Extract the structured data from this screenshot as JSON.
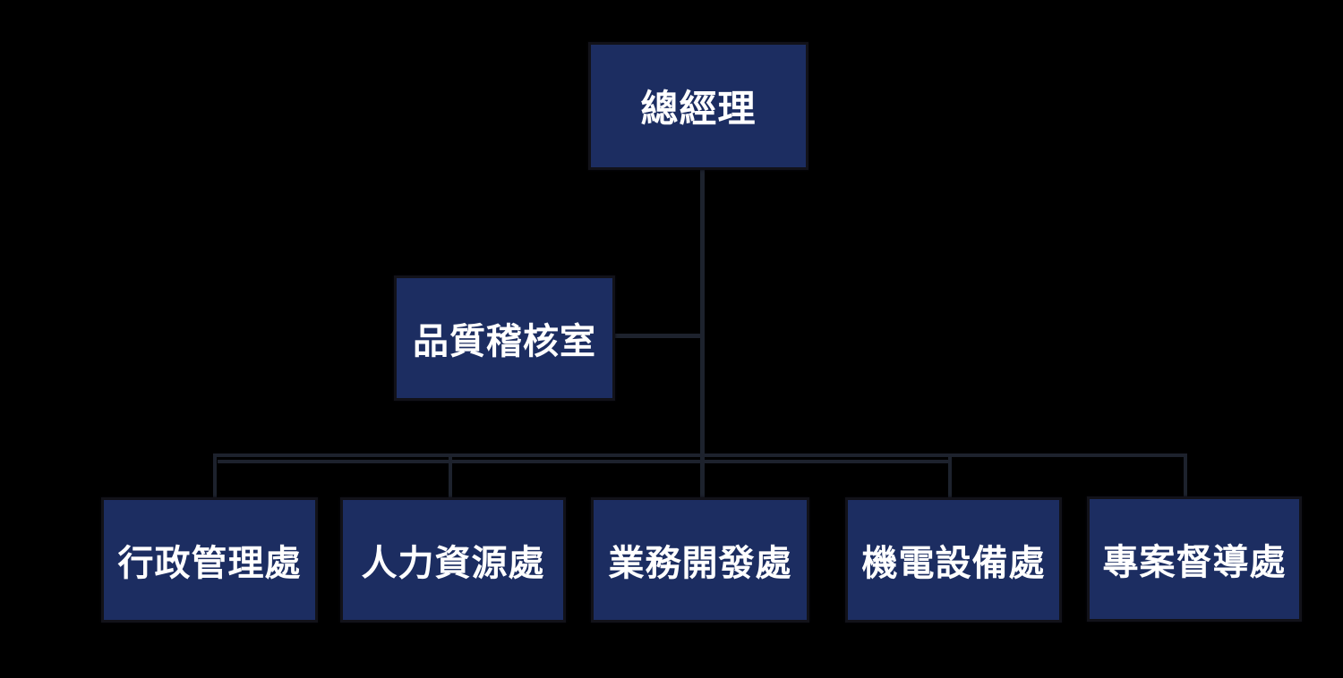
{
  "diagram": {
    "type": "org-chart",
    "background_color": "#000000",
    "node_fill_color": "#1c2d61",
    "node_border_color": "#121219",
    "node_text_color": "#ffffff",
    "connector_color": "#1d222d",
    "nodes": {
      "general_manager": {
        "label": "總經理"
      },
      "quality_audit_office": {
        "label": "品質稽核室"
      },
      "departments": [
        {
          "label": "行政管理處"
        },
        {
          "label": "人力資源處"
        },
        {
          "label": "業務開發處"
        },
        {
          "label": "機電設備處"
        },
        {
          "label": "專案督導處"
        }
      ]
    },
    "hierarchy": {
      "root": "總經理",
      "staff_unit_of_root": "品質稽核室",
      "children_of_root": [
        "行政管理處",
        "人力資源處",
        "業務開發處",
        "機電設備處",
        "專案督導處"
      ]
    }
  }
}
